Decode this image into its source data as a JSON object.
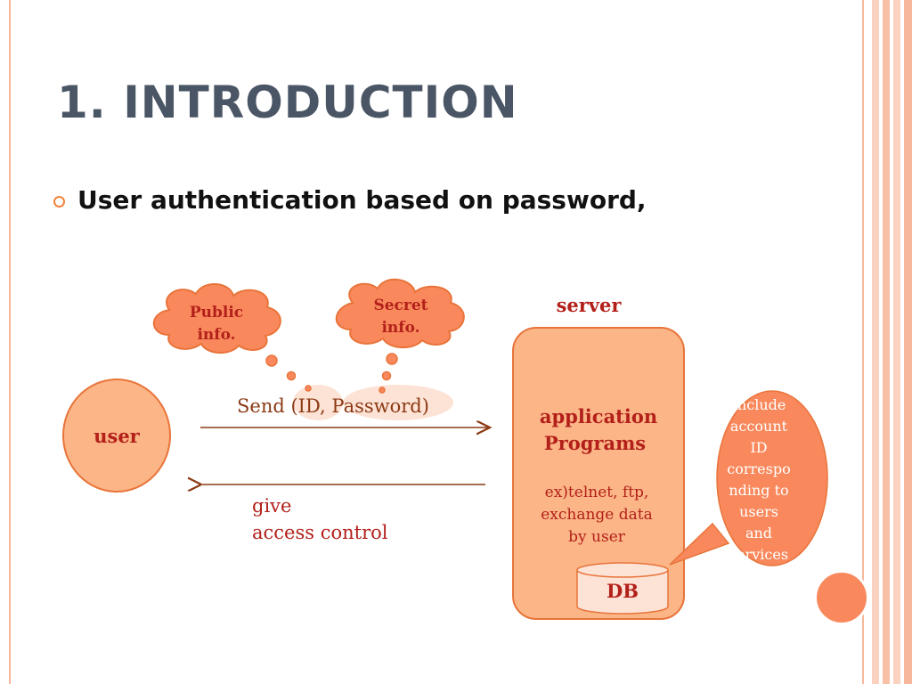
{
  "slide": {
    "title": "1. INTRODUCTION",
    "bullet": "User authentication based on password,"
  },
  "diagram": {
    "user_label": "user",
    "send_label": "Send (ID, Password)",
    "give_line1": "give",
    "give_line2": "access control",
    "public_line1": "Public",
    "public_line2": "info.",
    "secret_line1": "Secret",
    "secret_line2": "info.",
    "server_label": "server",
    "app_line1": "application",
    "app_line2": "Programs",
    "ex_line1": "ex)telnet, ftp,",
    "ex_line2": "exchange data",
    "ex_line3": "by user",
    "db_label": "DB",
    "callout_lines": [
      "Include",
      "account",
      "ID",
      "correspo",
      "nding to",
      "users",
      "and",
      "services"
    ]
  },
  "colors": {
    "accent_orange": "#f9895d",
    "shape_fill": "#fbb587",
    "shape_stroke": "#e8743a",
    "title_gray": "#4a5665",
    "label_red": "#b3201a"
  }
}
